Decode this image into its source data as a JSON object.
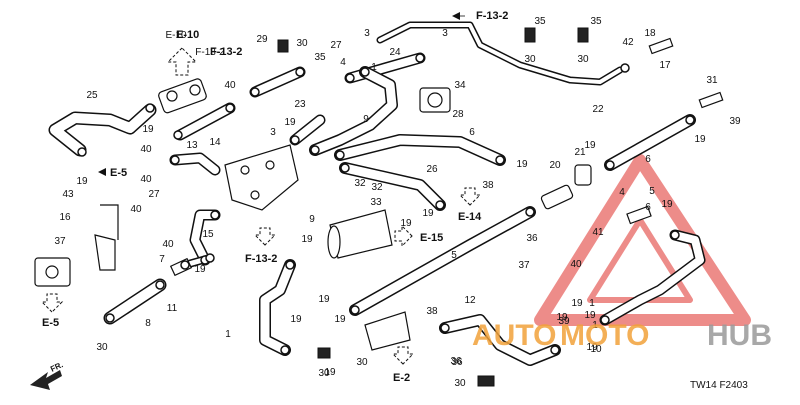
{
  "diagram": {
    "title": "",
    "code": "TW14  F2403",
    "direction_label": "FR.",
    "watermark": {
      "text_part1": "AUTO",
      "text_part2": "MOTO",
      "text_part3": "HUB",
      "color_red": "#e0302a",
      "color_orange": "#f2a23a",
      "color_gray": "#9a9a9a"
    },
    "reference_labels": [
      "F-13-2",
      "E-10",
      "F-13-2",
      "E-5",
      "E-5",
      "F-13-2",
      "E-15",
      "E-14",
      "E-2"
    ],
    "callouts": [
      "29",
      "30",
      "27",
      "3",
      "3",
      "24",
      "35",
      "35",
      "42",
      "18",
      "1",
      "30",
      "30",
      "17",
      "E-10",
      "F-13-2",
      "35",
      "4",
      "34",
      "25",
      "40",
      "23",
      "22",
      "31",
      "14",
      "3",
      "28",
      "19",
      "39",
      "19",
      "19",
      "6",
      "19",
      "13",
      "9",
      "6",
      "19",
      "40",
      "37",
      "43",
      "19",
      "5",
      "40",
      "6",
      "21",
      "20",
      "40",
      "5",
      "27",
      "32",
      "32",
      "33",
      "26",
      "38",
      "4",
      "19",
      "16",
      "40",
      "15",
      "19",
      "41",
      "19",
      "19",
      "7",
      "36",
      "9",
      "37",
      "40",
      "38",
      "30",
      "19",
      "8",
      "11",
      "19",
      "1",
      "12",
      "10",
      "19",
      "19",
      "36",
      "30",
      "19",
      "39",
      "19",
      "19",
      "1",
      "19",
      "1",
      "19",
      "36",
      "30",
      "30"
    ]
  }
}
